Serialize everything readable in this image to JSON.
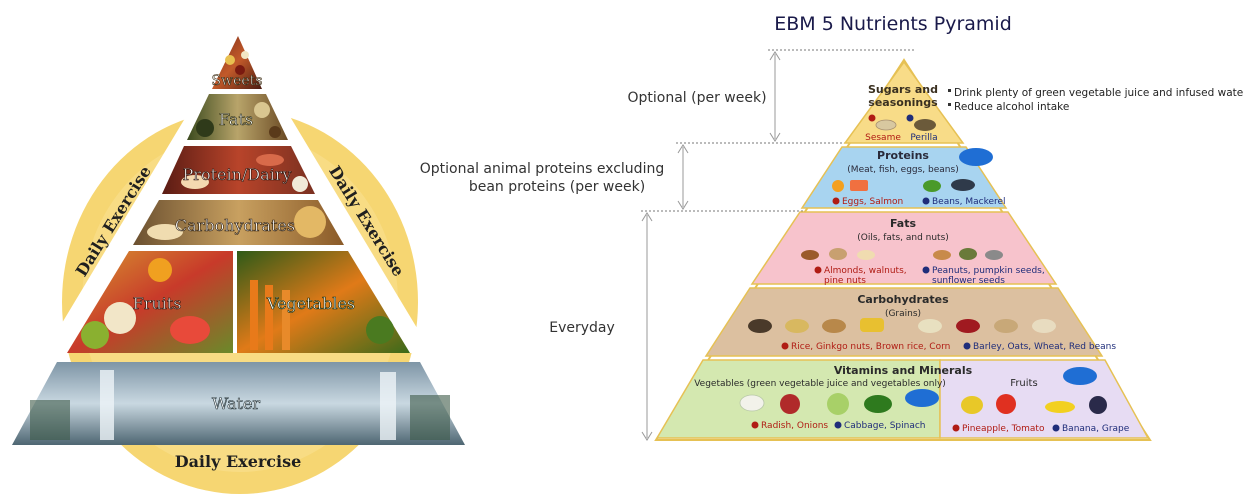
{
  "left_pyramid": {
    "tiers": {
      "sweets": "Sweets",
      "fats": "Fats",
      "protein_dairy": "Protein/Dairy",
      "carbohydrates": "Carbohydrates",
      "fruits": "Fruits",
      "vegetables": "Vegetables",
      "water": "Water"
    },
    "exercise_left": "Daily Exercise",
    "exercise_right": "Daily Exercise",
    "exercise_bottom": "Daily Exercise"
  },
  "right_pyramid": {
    "title": "EBM 5 Nutrients Pyramid",
    "side_labels": {
      "optional_week": "Optional (per week)",
      "optional_animal_line1": "Optional animal proteins excluding",
      "optional_animal_line2": "bean proteins (per week)",
      "everyday": "Everyday"
    },
    "notes": [
      "Drink plenty of green vegetable juice and infused water",
      "Reduce alcohol intake"
    ],
    "sugars": {
      "title_line1": "Sugars and",
      "title_line2": "seasonings",
      "item_a": "Sesame",
      "item_b": "Perilla"
    },
    "proteins": {
      "title": "Proteins",
      "subtitle": "(Meat, fish, eggs, beans)",
      "item_a": "Eggs, Salmon",
      "item_b": "Beans, Mackerel"
    },
    "fats": {
      "title": "Fats",
      "subtitle": "(Oils, fats, and nuts)",
      "item_a_line1": "Almonds, walnuts,",
      "item_a_line2": "pine nuts",
      "item_b_line1": "Peanuts, pumpkin seeds,",
      "item_b_line2": "sunflower seeds"
    },
    "carbohydrates": {
      "title": "Carbohydrates",
      "subtitle": "(Grains)",
      "item_a": "Rice, Ginkgo nuts, Brown rice, Corn",
      "item_b": "Barley, Oats, Wheat, Red beans"
    },
    "vitamins": {
      "title": "Vitamins and Minerals",
      "veg_label": "Vegetables (green vegetable juice and vegetables only)",
      "fruits_label": "Fruits",
      "item_a": "Radish, Onions",
      "item_b": "Cabbage, Spinach",
      "item_c": "Pineapple, Tomato",
      "item_d": "Banana, Grape"
    },
    "colors": {
      "sugars": "#f8dc88",
      "proteins": "#a8d4f0",
      "fats": "#f7c3cc",
      "carbohydrates": "#dcc0a0",
      "vegetables": "#d4e8b0",
      "fruits": "#e7dcf3",
      "outline": "#e6c154",
      "red_text": "#b01c14",
      "blue_text": "#1f2d7a"
    }
  }
}
